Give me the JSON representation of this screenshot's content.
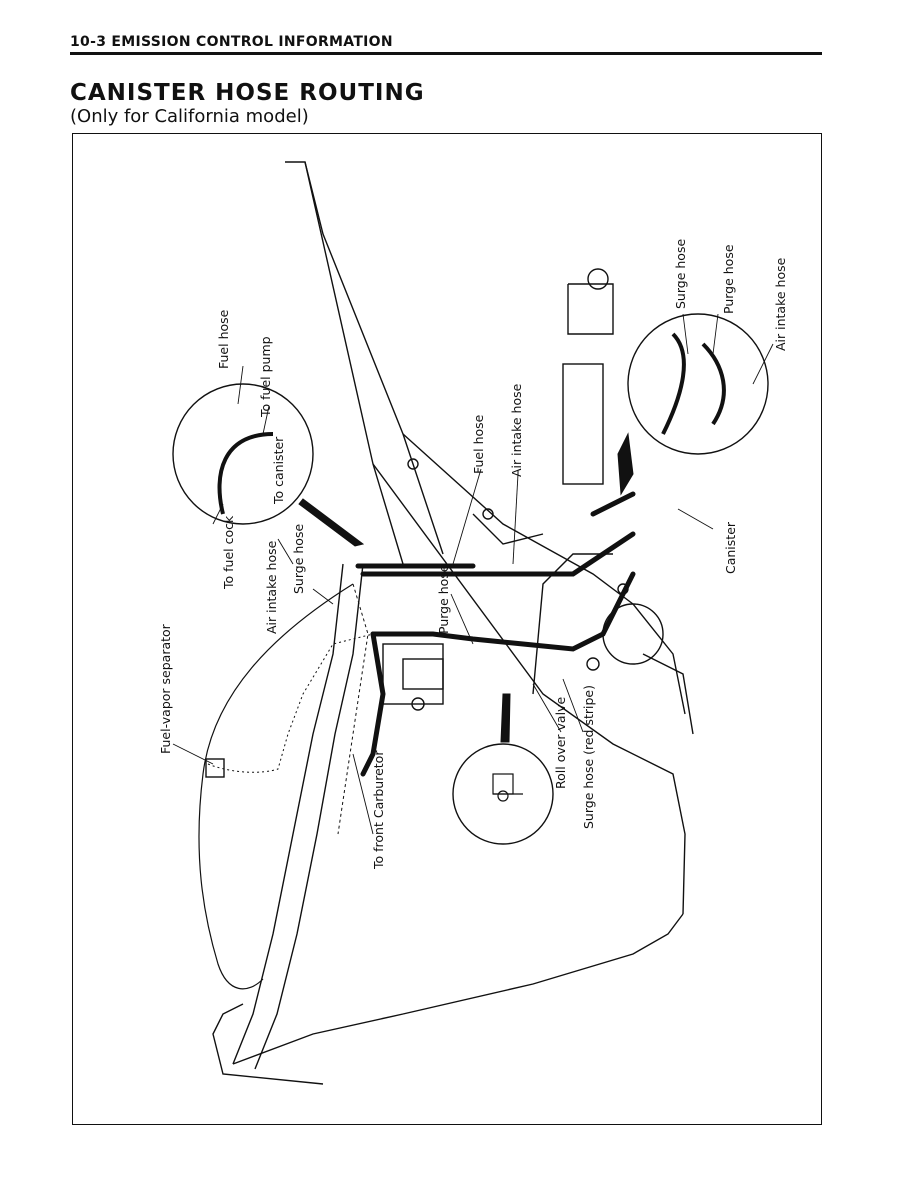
{
  "header": {
    "text": "10-3 EMISSION CONTROL INFORMATION"
  },
  "title": "CANISTER HOSE ROUTING",
  "subtitle": "(Only for California model)",
  "labels": {
    "fuel_hose_left": "Fuel hose",
    "to_fuel_pump": "To fuel pump",
    "to_canister": "To canister",
    "to_fuel_cock": "To fuel cock",
    "air_intake_hose_left": "Air intake hose",
    "surge_hose_left": "Surge hose",
    "fuel_hose_mid": "Fuel hose",
    "air_intake_hose_mid": "Air intake hose",
    "purge_hose": "Purge hose",
    "surge_hose_top": "Surge hose",
    "purge_hose_top": "Purge hose",
    "air_intake_hose_top": "Air intake hose",
    "canister": "Canister",
    "fuel_vapor_separator": "Fuel-vapor separator",
    "to_front_carburetor": "To front Carburetor",
    "roll_over_valve": "Roll over valve",
    "surge_hose_red": "Surge hose (red stripe)"
  }
}
